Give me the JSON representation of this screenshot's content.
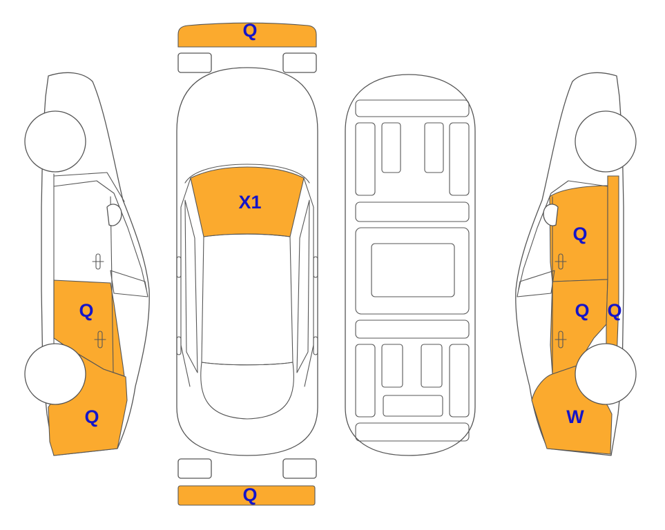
{
  "colors": {
    "damage_fill": "#FBAA2E",
    "label_text": "#1515C8",
    "outline": "#555555",
    "background": "#FFFFFF"
  },
  "marks": {
    "front_bumper": "Q",
    "windshield": "X1",
    "rear_bumper": "Q",
    "left_rear_door": "Q",
    "left_rear_quarter": "Q",
    "right_front_door": "Q",
    "right_rear_door": "Q",
    "right_rocker": "Q",
    "right_rear_quarter": "W"
  }
}
